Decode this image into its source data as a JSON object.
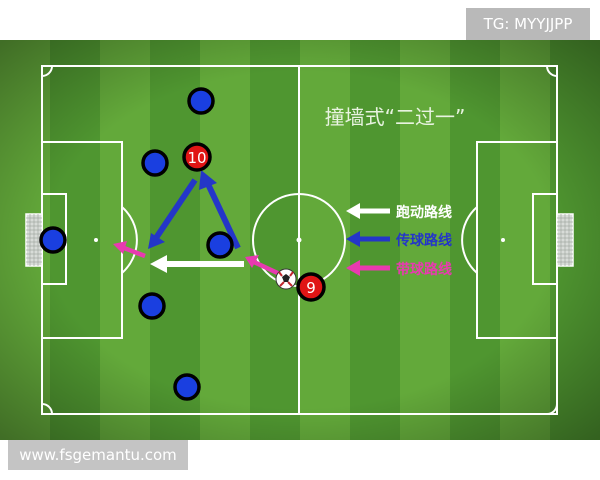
{
  "watermark_top": "TG: MYYJJPP",
  "watermark_bottom": "www.fsgemantu.com",
  "title": "撞墙式“二过一”",
  "legend": [
    {
      "label": "跑动路线",
      "color": "#ffffff"
    },
    {
      "label": "传球路线",
      "color": "#2436c8"
    },
    {
      "label": "带球路线",
      "color": "#e83ab0"
    }
  ],
  "players": [
    {
      "number": "10"
    },
    {
      "number": "9"
    }
  ],
  "colors": {
    "pitch_light": "#63a93a",
    "pitch_dark": "#4f9630",
    "defender": "#1a3fe0",
    "attacker": "#e01515",
    "pass": "#2436c8",
    "dribble": "#e83ab0",
    "run": "#ffffff"
  }
}
